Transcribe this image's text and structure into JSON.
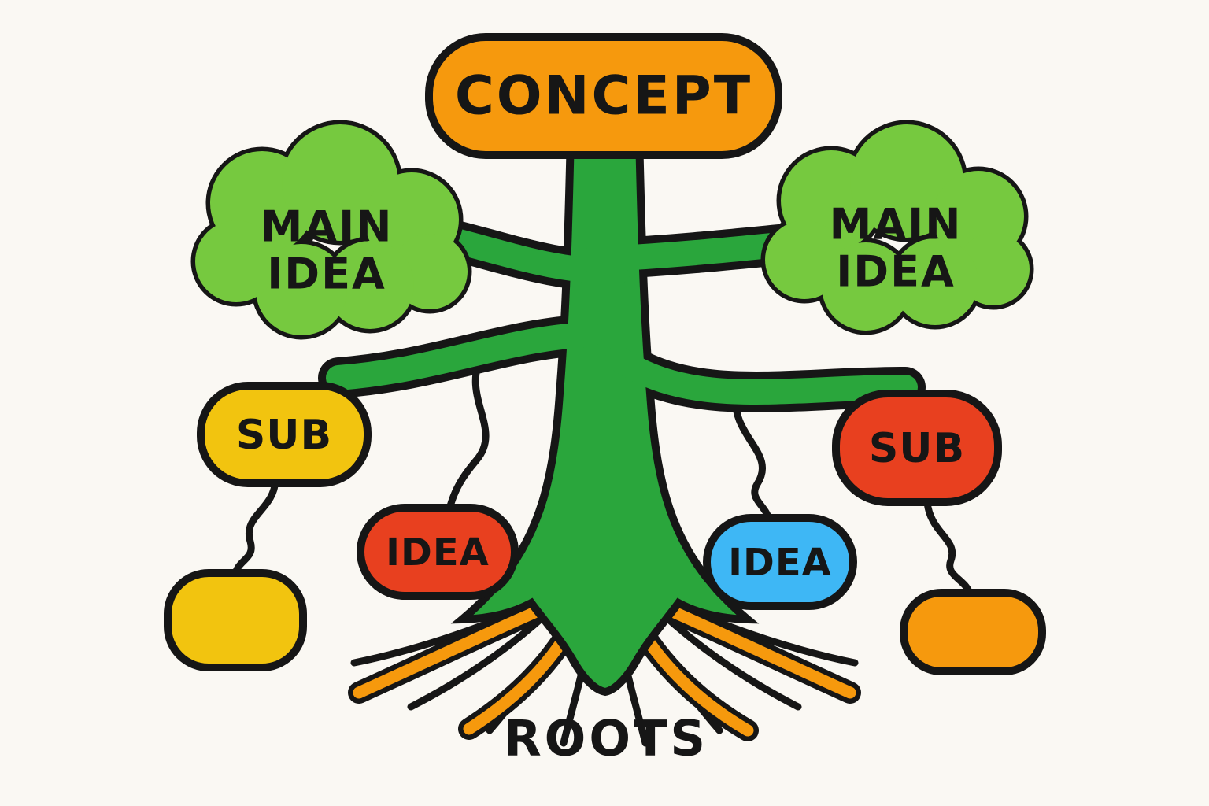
{
  "background": "#FAF8F3",
  "colors": {
    "outline": "#161616",
    "trunk_green": "#2AA63C",
    "cloud_green": "#76C93F",
    "orange": "#F6990D",
    "yellow": "#F2C40F",
    "red": "#E8401F",
    "blue": "#3EB7F5"
  },
  "concept": {
    "label": "CONCEPT"
  },
  "clouds": {
    "left": {
      "line1": "MAIN",
      "line2": "IDEA"
    },
    "right": {
      "line1": "MAIN",
      "line2": "IDEA"
    }
  },
  "nodes": {
    "sub_left": {
      "label": "SUB"
    },
    "idea_left": {
      "label": "IDEA"
    },
    "idea_right": {
      "label": "IDEA"
    },
    "sub_right": {
      "label": "SUB"
    }
  },
  "roots": {
    "label": "ROOTS"
  }
}
